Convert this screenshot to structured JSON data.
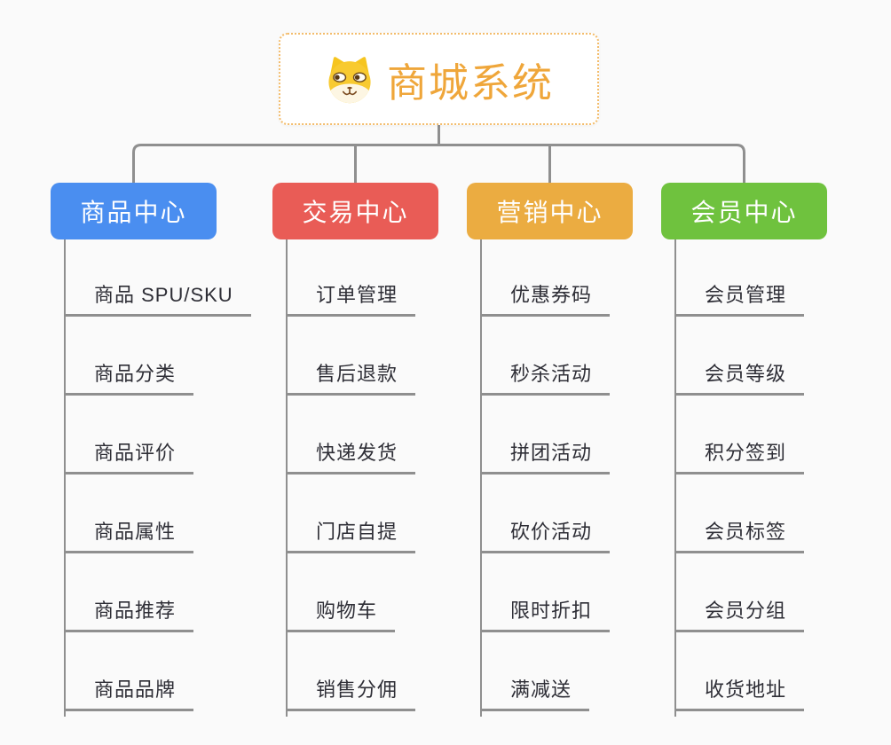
{
  "page": {
    "background": "#fafafa",
    "connector_color": "#8f8f8f"
  },
  "root": {
    "title": "商城系统",
    "title_color": "#efa63a",
    "border_color": "#f3bc6b",
    "icon": "dog-face-icon"
  },
  "branches": [
    {
      "label": "商品中心",
      "color": "#4a8ef0",
      "items": [
        "商品 SPU/SKU",
        "商品分类",
        "商品评价",
        "商品属性",
        "商品推荐",
        "商品品牌"
      ]
    },
    {
      "label": "交易中心",
      "color": "#e95c56",
      "items": [
        "订单管理",
        "售后退款",
        "快递发货",
        "门店自提",
        "购物车",
        "销售分佣"
      ]
    },
    {
      "label": "营销中心",
      "color": "#ebac41",
      "items": [
        "优惠券码",
        "秒杀活动",
        "拼团活动",
        "砍价活动",
        "限时折扣",
        "满减送"
      ]
    },
    {
      "label": "会员中心",
      "color": "#6fc23e",
      "items": [
        "会员管理",
        "会员等级",
        "积分签到",
        "会员标签",
        "会员分组",
        "收货地址"
      ]
    }
  ]
}
